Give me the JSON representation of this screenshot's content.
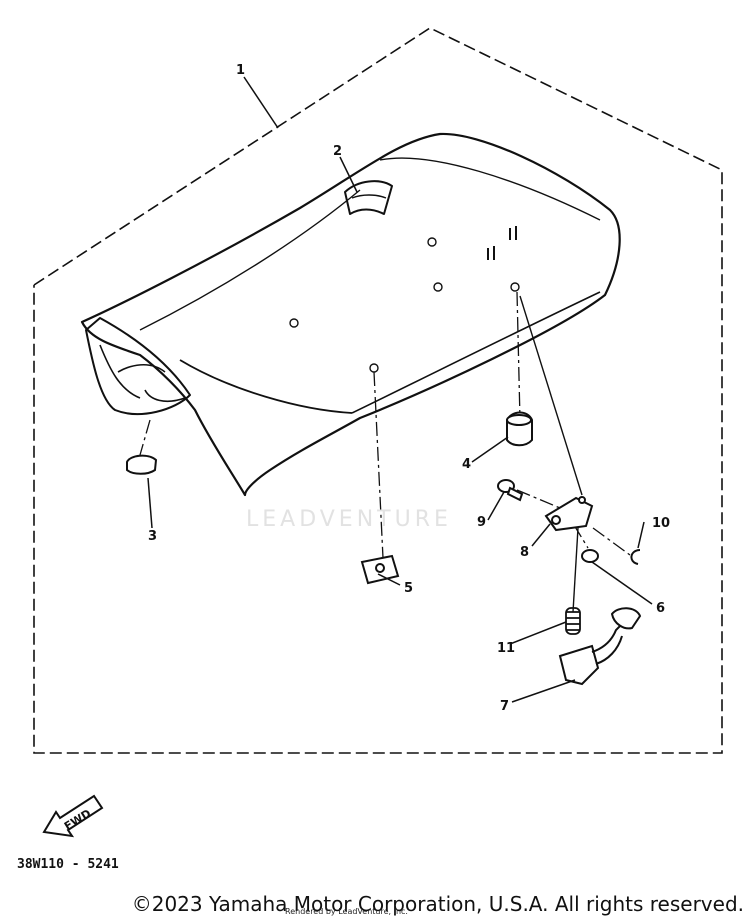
{
  "callouts": {
    "c1": "1",
    "c2": "2",
    "c3": "3",
    "c4": "4",
    "c5": "5",
    "c6": "6",
    "c7": "7",
    "c8": "8",
    "c9": "9",
    "c10": "10",
    "c11": "11"
  },
  "fwd_label": "FWD",
  "diagram_code": "38W110 - 5241",
  "watermark": "LEADVENTURE",
  "rendered_by": "Rendered by LeadVenture, Inc.",
  "copyright": "©2023 Yamaha Motor Corporation, U.S.A. All rights reserved."
}
